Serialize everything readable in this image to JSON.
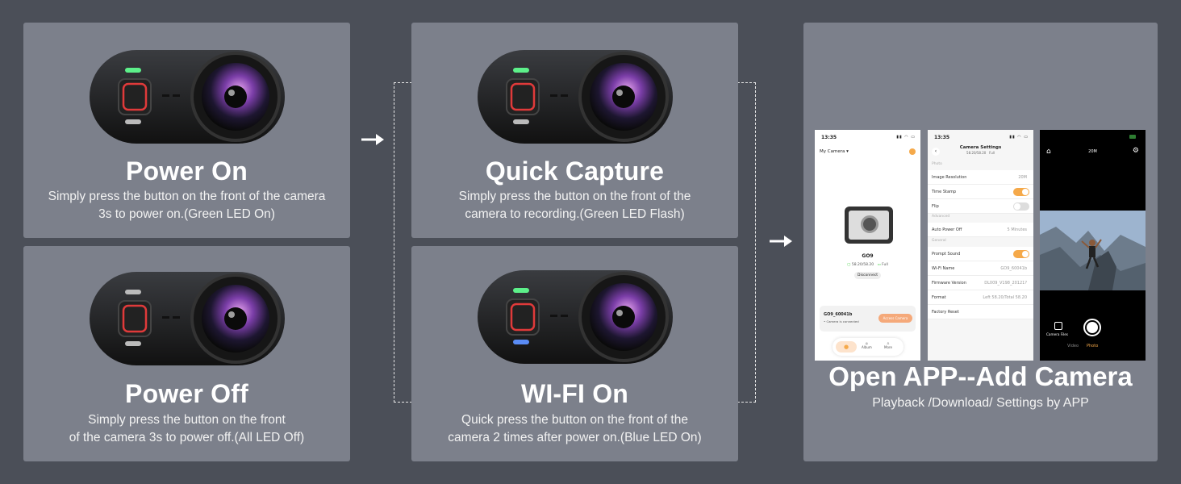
{
  "panels": {
    "power_on": {
      "title": "Power On",
      "desc_1": "Simply press the button on the front of the camera",
      "desc_2": "3s to power on.(Green LED On)"
    },
    "power_off": {
      "title": "Power Off",
      "desc_1": "Simply press the button on the front",
      "desc_2": "of the camera 3s to power off.(All LED Off)"
    },
    "quick_capture": {
      "title": "Quick Capture",
      "desc_1": "Simply press the button on the front of the",
      "desc_2": "camera to recording.(Green LED Flash)"
    },
    "wifi_on": {
      "title": "WI-FI On",
      "desc_1": "Quick press the button on the front of the",
      "desc_2": "camera 2 times after power on.(Blue LED On)"
    },
    "app": {
      "title": "Open APP--Add Camera",
      "subtitle": "Playback /Download/ Settings by APP"
    }
  },
  "phone1": {
    "time": "13:35",
    "my_camera": "My Camera",
    "model": "GO9",
    "storage": "58.20/58.20",
    "battery": "Full",
    "disconnect": "Disconnect",
    "device_id": "GO9_60041b",
    "device_status": "• Camera is connected",
    "access_button": "Access Camera",
    "nav": [
      "",
      "Album",
      "More"
    ]
  },
  "phone2": {
    "time": "13:35",
    "title": "Camera Settings",
    "storage": "58.20/58.20",
    "battery": "Full",
    "sections": [
      "Photo",
      "Advanced",
      "General"
    ],
    "rows": [
      {
        "label": "Image Resolution",
        "value": "20M"
      },
      {
        "label": "Time Stamp",
        "value": ""
      },
      {
        "label": "Flip",
        "value": ""
      },
      {
        "label": "Auto Power Off",
        "value": "5 Minutes"
      },
      {
        "label": "Prompt Sound",
        "value": ""
      },
      {
        "label": "Wi-Fi Name",
        "value": "GO9_60041b"
      },
      {
        "label": "Firmware Version",
        "value": "DL009_V198_20121?"
      },
      {
        "label": "Format",
        "value": "Left 58.20/Total 58.20"
      },
      {
        "label": "Factory Reset",
        "value": ""
      }
    ]
  },
  "phone3": {
    "resolution": "20M",
    "camera_files": "Camera Files",
    "mode_video": "Video",
    "mode_photo": "Photo"
  },
  "colors": {
    "background": "#4b4f58",
    "panel": "#7c808b",
    "led_green": "#5df08a",
    "led_blue": "#5a8cf5",
    "accent_orange": "#f5a94a"
  },
  "icons": [
    "arrow-right-icon",
    "home-icon",
    "settings-icon",
    "back-icon",
    "camera-shutter-icon"
  ]
}
